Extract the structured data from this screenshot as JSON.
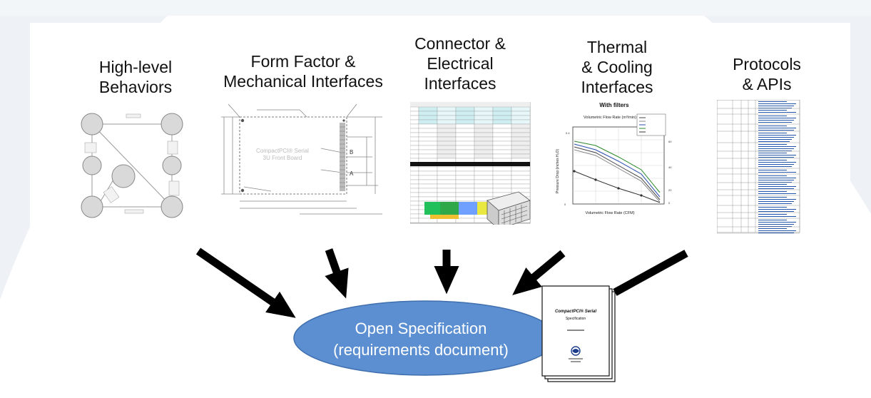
{
  "titles": {
    "behaviors": "High-level\nBehaviors",
    "form_factor": "Form Factor &\nMechanical Interfaces",
    "connector": "Connector &\nElectrical\nInterfaces",
    "thermal": "Thermal\n& Cooling\nInterfaces",
    "protocols": "Protocols\n& APIs"
  },
  "center": {
    "line1": "Open Specification",
    "line2": "(requirements document)"
  },
  "pcb_label": {
    "line1": "CompactPCI® Serial",
    "line2": "3U Front Board"
  },
  "thermal_chart": {
    "subtitle": "With filters",
    "top_axis_label": "Volumetric Flow Rate (m³/min)",
    "bottom_axis_label": "Volumetric Flow Rate (CFM)",
    "y_axis_label": "Pressure Drop (inches H₂O)"
  },
  "document": {
    "title": "CompactPCI® Serial",
    "subtitle": "Specification"
  },
  "colors": {
    "ellipse_fill": "#5b8fd1",
    "ellipse_stroke": "#3f6fae",
    "arrow": "#000000",
    "background_swoosh": "#e9eef3"
  }
}
